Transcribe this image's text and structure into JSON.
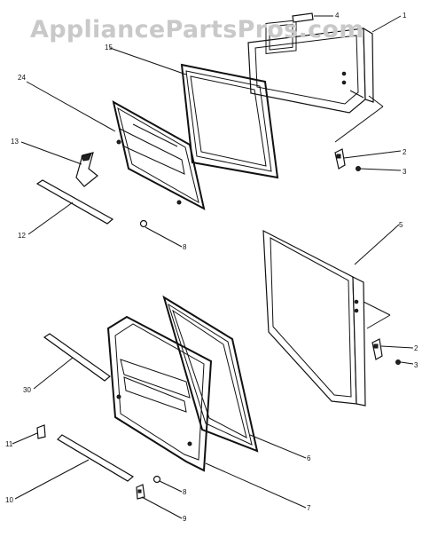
{
  "watermark": "AppliancePartsPros.com",
  "callouts": {
    "c1": "1",
    "c2a": "2",
    "c3a": "3",
    "c4": "4",
    "c15": "15",
    "c24": "24",
    "c13": "13",
    "c12": "12",
    "c8a": "8",
    "c5": "5",
    "c2b": "2",
    "c3b": "3",
    "c30": "30",
    "c6": "6",
    "c11": "11",
    "c8b": "8",
    "c10": "10",
    "c7": "7",
    "c9": "9"
  }
}
